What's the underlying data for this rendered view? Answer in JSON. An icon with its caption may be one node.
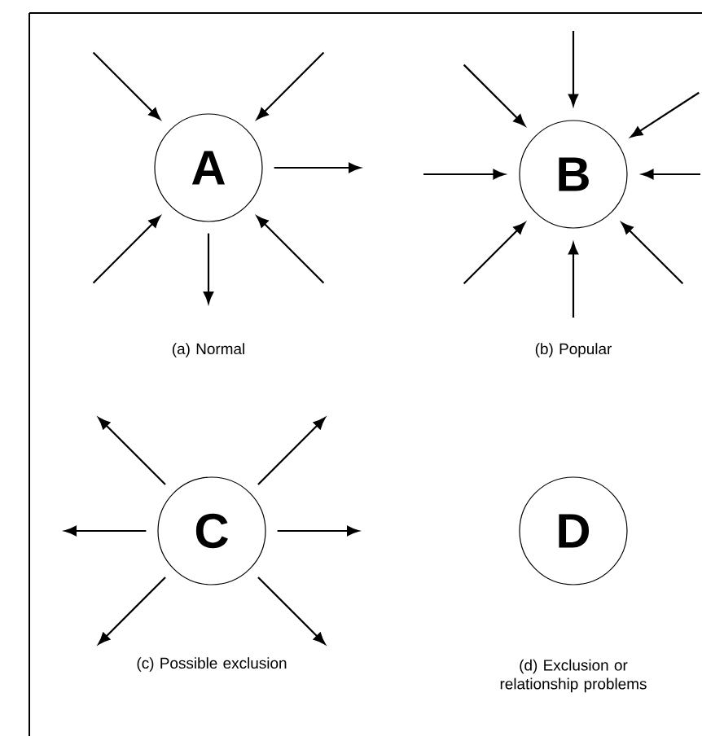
{
  "diagram": {
    "nodes": [
      {
        "text": [
          "A"
        ]
      },
      {
        "text": [
          "B"
        ]
      },
      {
        "text": [
          "C"
        ]
      },
      {
        "text": [
          "D"
        ]
      }
    ],
    "edges": [
      {
        "from": null,
        "to": 0,
        "arrow": "to"
      },
      {
        "from": null,
        "to": 0,
        "arrow": "to"
      },
      {
        "from": 0,
        "to": null,
        "arrow": "to"
      },
      {
        "from": null,
        "to": 0,
        "arrow": "to"
      },
      {
        "from": 0,
        "to": null,
        "arrow": "to"
      },
      {
        "from": null,
        "to": 0,
        "arrow": "to"
      },
      {
        "from": null,
        "to": 1,
        "arrow": "to"
      },
      {
        "from": null,
        "to": 1,
        "arrow": "to"
      },
      {
        "from": null,
        "to": 1,
        "arrow": "to"
      },
      {
        "from": null,
        "to": 1,
        "arrow": "to"
      },
      {
        "from": null,
        "to": 1,
        "arrow": "to"
      },
      {
        "from": null,
        "to": 1,
        "arrow": "to"
      },
      {
        "from": null,
        "to": 1,
        "arrow": "to"
      },
      {
        "from": null,
        "to": 1,
        "arrow": "to"
      },
      {
        "from": 2,
        "to": null,
        "arrow": "to"
      },
      {
        "from": 2,
        "to": null,
        "arrow": "to"
      },
      {
        "from": 2,
        "to": null,
        "arrow": "to"
      },
      {
        "from": 2,
        "to": null,
        "arrow": "to"
      },
      {
        "from": 2,
        "to": null,
        "arrow": "to"
      },
      {
        "from": 2,
        "to": null,
        "arrow": "to"
      }
    ],
    "labels": [
      "(a) Normal",
      "(b) Popular",
      "(c) Possible exclusion",
      "(d) Exclusion or relationship problems"
    ]
  }
}
